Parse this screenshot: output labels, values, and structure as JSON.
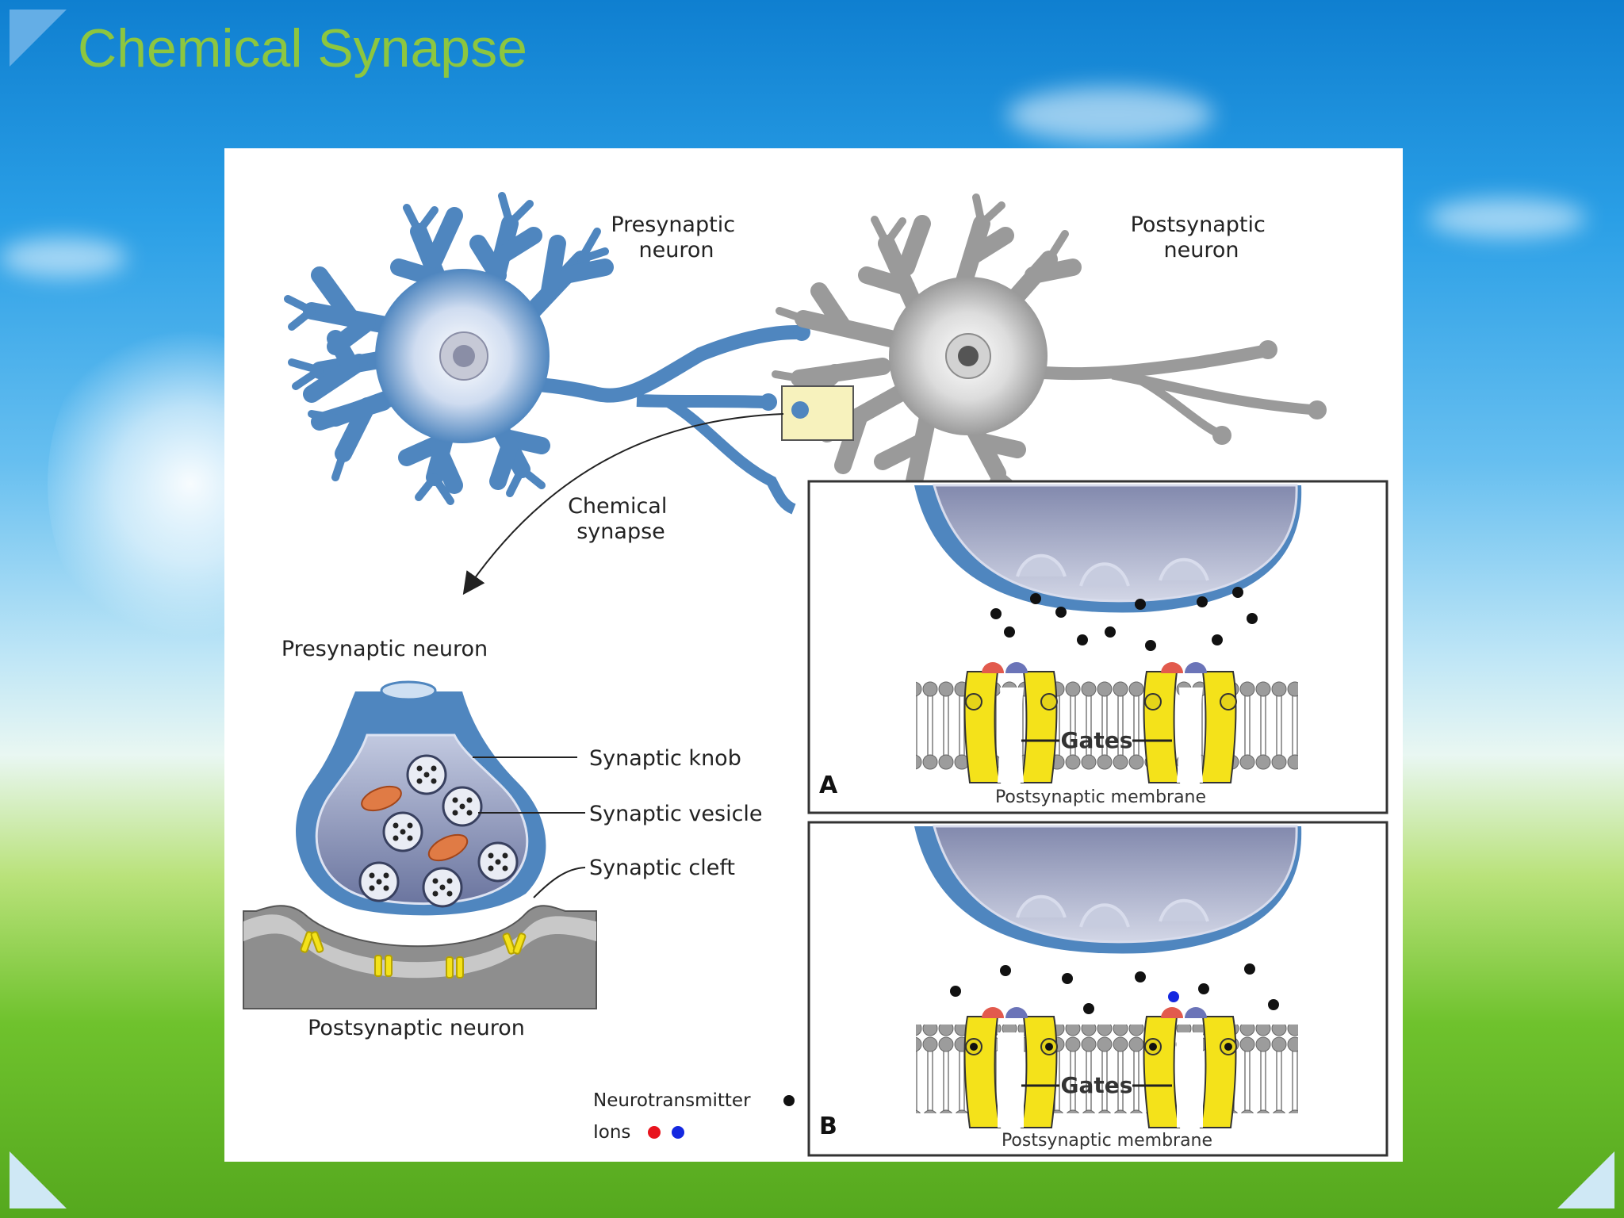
{
  "slide": {
    "title": "Chemical Synapse"
  },
  "diagram": {
    "labels": {
      "presynaptic_neuron_top": [
        "Presynaptic",
        "neuron"
      ],
      "postsynaptic_neuron_top": [
        "Postsynaptic",
        "neuron"
      ],
      "chemical_synapse": [
        "Chemical",
        "synapse"
      ],
      "presynaptic_neuron": "Presynaptic neuron",
      "postsynaptic_neuron": "Postsynaptic neuron",
      "synaptic_knob": "Synaptic knob",
      "synaptic_vesicle": "Synaptic vesicle",
      "synaptic_cleft": "Synaptic cleft",
      "panel_a": "A",
      "panel_b": "B",
      "gates": "Gates",
      "postsynaptic_membrane": "Postsynaptic membrane",
      "legend_neurotransmitter": "Neurotransmitter",
      "legend_ions": "Ions"
    },
    "colors": {
      "presynaptic": "#4f86bf",
      "postsynaptic": "#9a9a9a",
      "gate": "#f4e21a",
      "ion_red": "#e8141d",
      "ion_blue": "#1428e0",
      "neurotransmitter": "#111111",
      "title": "#8dc63f"
    }
  }
}
